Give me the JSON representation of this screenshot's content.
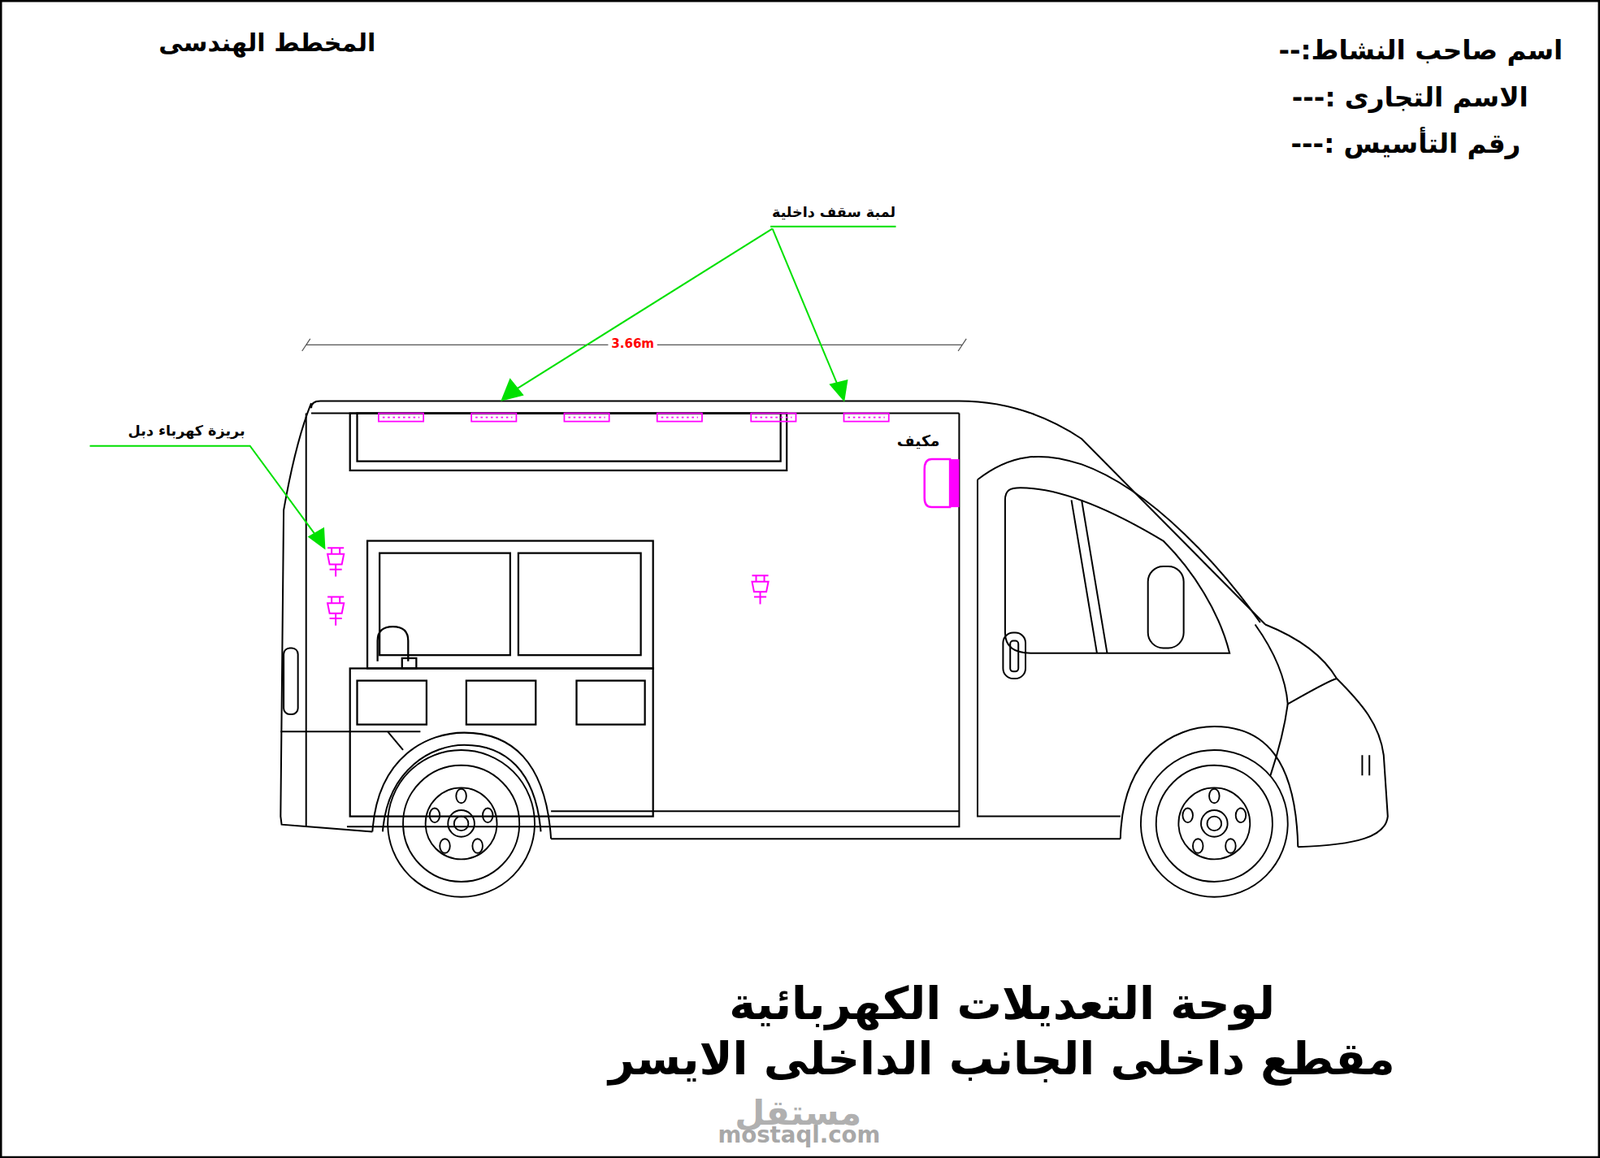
{
  "diagram": {
    "title": "لوحة التعديلات الكهربائية",
    "caption": "مقطع داخلى الجانب الداخلى الايسر",
    "labels": [
      "المخطط الهندسى",
      "اسم صاحب النشاط:--",
      "الاسم التجارى :---",
      "رقم التأسيس :---",
      "لمبة سقف داخلية",
      "3.66m",
      "بريزة كهرباء دبل",
      "مكيف",
      "مستقل",
      "mostaql.com"
    ]
  }
}
